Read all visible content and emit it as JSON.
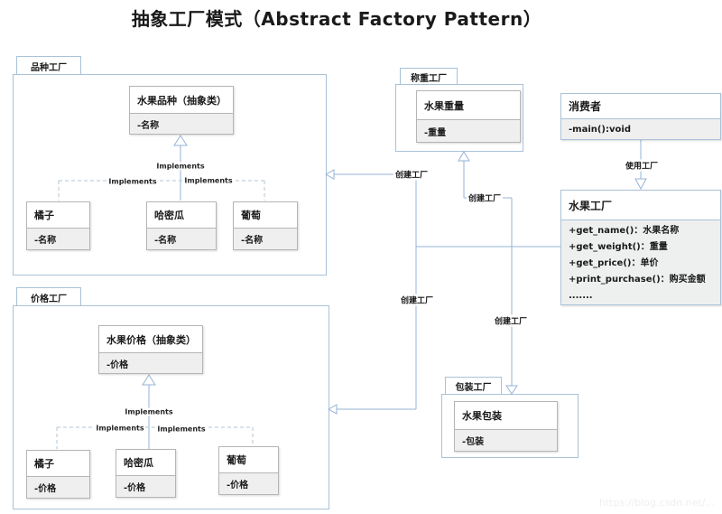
{
  "page_title": "抽象工厂模式（Abstract Factory Pattern）",
  "groups": {
    "variety": {
      "tab": "品种工厂",
      "abstract": {
        "title": "水果品种（抽象类）",
        "attr": "-名称"
      },
      "children": [
        {
          "title": "橘子",
          "attr": "-名称"
        },
        {
          "title": "哈密瓜",
          "attr": "-名称"
        },
        {
          "title": "葡萄",
          "attr": "-名称"
        }
      ]
    },
    "weight": {
      "tab": "称重工厂",
      "cls": {
        "title": "水果重量",
        "attr": "-重量"
      }
    },
    "price": {
      "tab": "价格工厂",
      "abstract": {
        "title": "水果价格（抽象类）",
        "attr": "-价格"
      },
      "children": [
        {
          "title": "橘子",
          "attr": "-价格"
        },
        {
          "title": "哈密瓜",
          "attr": "-价格"
        },
        {
          "title": "葡萄",
          "attr": "-价格"
        }
      ]
    },
    "package": {
      "tab": "包装工厂",
      "cls": {
        "title": "水果包装",
        "attr": "-包装"
      }
    }
  },
  "consumer": {
    "title": "消费者",
    "attr": "-main():void"
  },
  "factory": {
    "title": "水果工厂",
    "methods": [
      "+get_name()：水果名称",
      "+get_weight()：重量",
      "+get_price()：单价",
      "+print_purchase()：购买金额",
      "......."
    ]
  },
  "edges": {
    "use_label": "使用工厂",
    "create_label": "创建工厂",
    "implements_label": "Implements"
  },
  "watermark": "https://blog.csdn.net/...",
  "colors": {
    "line": "#95b3d7",
    "group_border": "#a9c2d8",
    "box_border": "#b5b5b5",
    "attr_fill": "#efefef"
  }
}
